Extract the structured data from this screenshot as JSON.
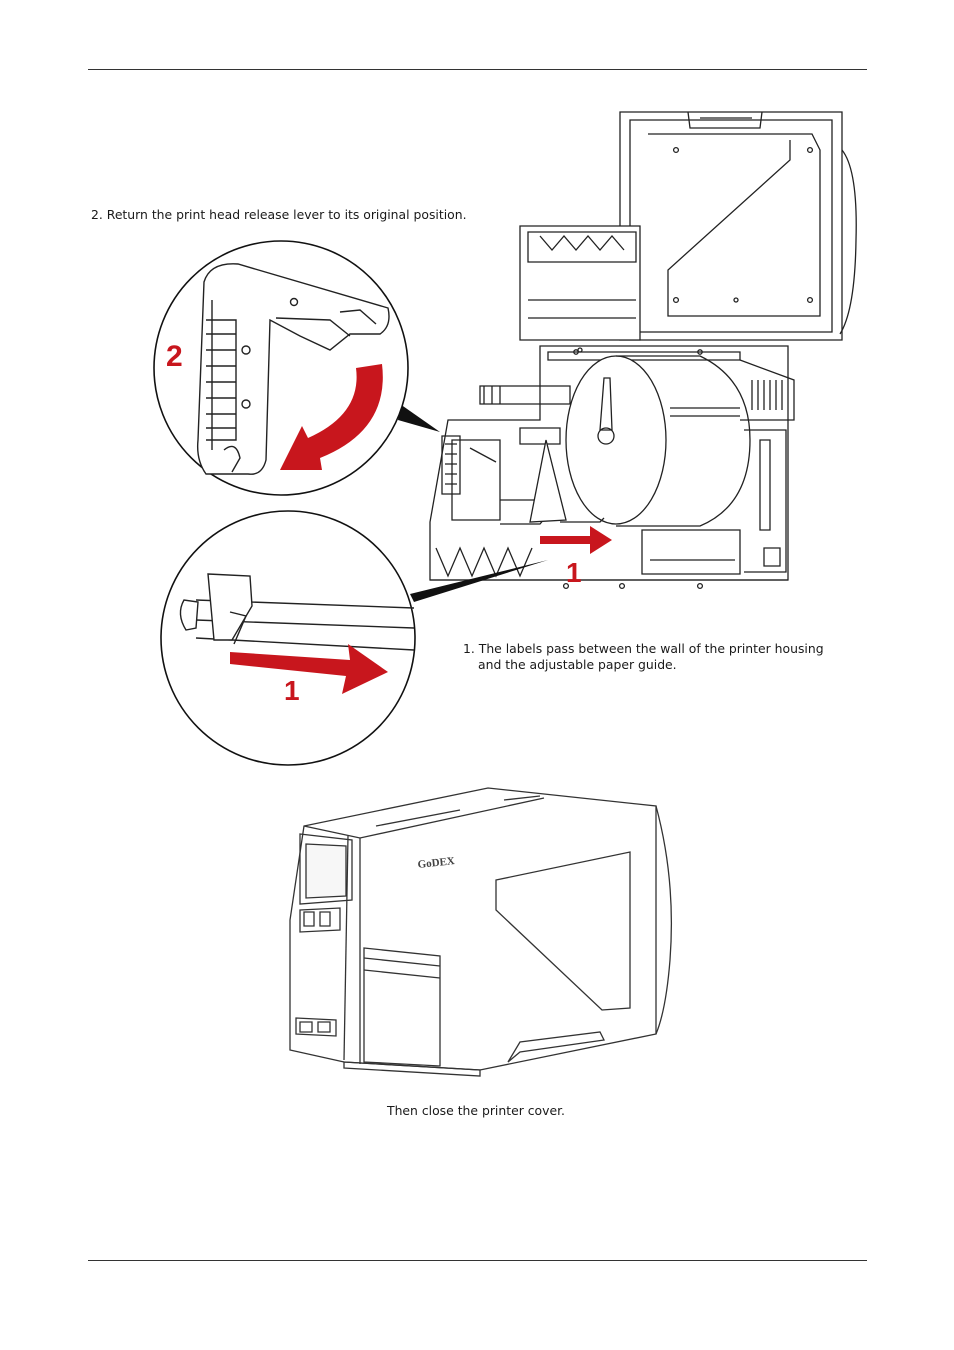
{
  "page": {
    "step2_caption": "2. Return the print head release lever to its original position.",
    "step1_caption_line1": "1. The labels pass between the wall of the printer housing",
    "step1_caption_line2": "and the adjustable paper guide.",
    "close_caption": "Then close the printer cover."
  },
  "callouts": {
    "zoom_top_number": "2",
    "zoom_bottom_number": "1",
    "main_arrow_number": "1"
  },
  "printer_logo": "GoDEX",
  "colors": {
    "arrow_red": "#c8161d",
    "line_dark": "#222222"
  }
}
